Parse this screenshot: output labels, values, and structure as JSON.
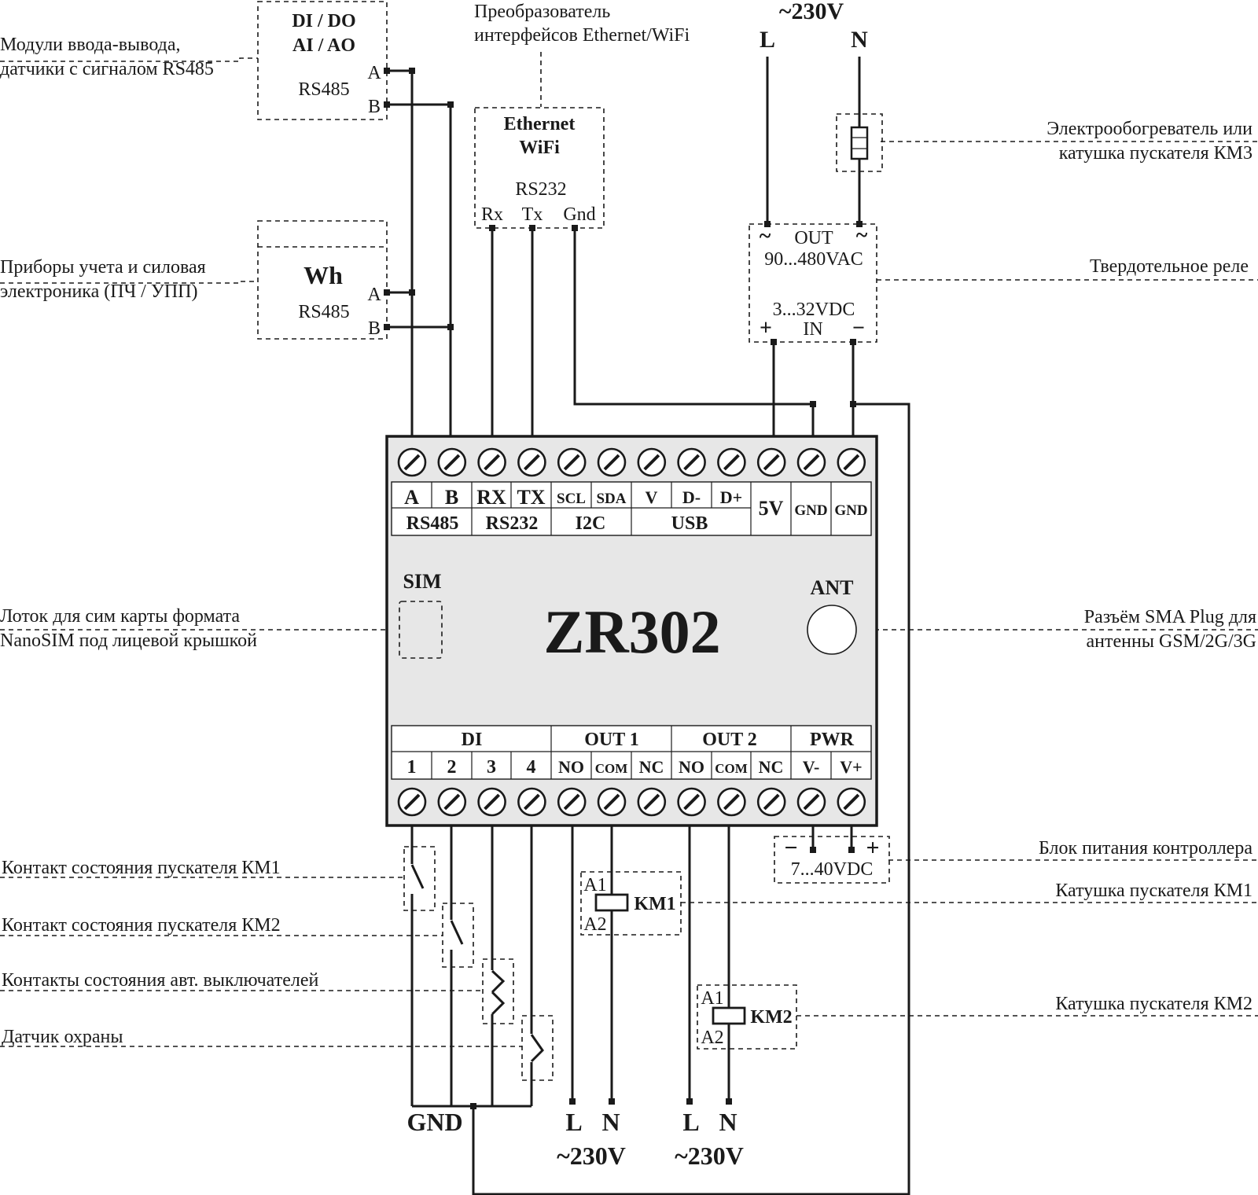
{
  "colors": {
    "ink": "#1a1a1a",
    "device_fill": "#e7e7e7",
    "background": "#ffffff"
  },
  "callouts": {
    "io_modules": [
      "Модули ввода-вывода,",
      "датчики с сигналом RS485"
    ],
    "converter": [
      "Преобразователь",
      "интерфейсов Ethernet/WiFi"
    ],
    "meters": [
      "Приборы учета и силовая",
      "электроника (ПЧ / УПП)"
    ],
    "heater": [
      "Электрообогреватель или",
      "катушка пускателя КМ3"
    ],
    "ssr": "Твердотельное реле",
    "sim_tray": [
      "Лоток для сим карты формата",
      "NanoSIM под лицевой крышкой"
    ],
    "antenna": [
      "Разъём SMA Plug для",
      "антенны GSM/2G/3G"
    ],
    "psu": "Блок питания контроллера",
    "coil_km1": "Катушка пускателя КМ1",
    "coil_km2": "Катушка пускателя КМ2",
    "contact_km1": "Контакт состояния пускателя КМ1",
    "contact_km2": "Контакт состояния пускателя КМ2",
    "breakers": "Контакты состояния авт. выключателей",
    "security": "Датчик охраны"
  },
  "io_box": {
    "line1": "DI / DO",
    "line2": "AI / AO",
    "bus": "RS485",
    "pin_a": "A",
    "pin_b": "B"
  },
  "meter_box": {
    "title": "Wh",
    "bus": "RS485",
    "pin_a": "A",
    "pin_b": "B"
  },
  "eth_box": {
    "line1": "Ethernet",
    "line2": "WiFi",
    "bus": "RS232",
    "rx": "Rx",
    "tx": "Tx",
    "gnd": "Gnd"
  },
  "mains_top": {
    "voltage": "~230V",
    "l": "L",
    "n": "N"
  },
  "ssr_box": {
    "tilde": "~",
    "out": "OUT",
    "out_range": "90...480VAC",
    "in_range": "3...32VDC",
    "plus": "+",
    "in": "IN",
    "minus": "−"
  },
  "device": {
    "model": "ZR302",
    "sim": "SIM",
    "ant": "ANT",
    "top_pins": [
      "A",
      "B",
      "RX",
      "TX",
      "SCL",
      "SDA",
      "V",
      "D-",
      "D+",
      "5V",
      "GND",
      "GND"
    ],
    "top_groups": [
      "RS485",
      "RS232",
      "I2C",
      "USB"
    ],
    "bottom_groups": [
      "DI",
      "OUT 1",
      "OUT 2",
      "PWR"
    ],
    "bottom_pins": [
      "1",
      "2",
      "3",
      "4",
      "NO",
      "COM",
      "NC",
      "NO",
      "COM",
      "NC",
      "V-",
      "V+"
    ]
  },
  "psu_box": {
    "minus": "−",
    "plus": "+",
    "range": "7...40VDC"
  },
  "coil1": {
    "a1": "A1",
    "a2": "A2",
    "name": "KM1"
  },
  "coil2": {
    "a1": "A1",
    "a2": "A2",
    "name": "KM2"
  },
  "bottom_labels": {
    "gnd": "GND",
    "out1_l": "L",
    "out1_n": "N",
    "out1_v": "~230V",
    "out2_l": "L",
    "out2_n": "N",
    "out2_v": "~230V"
  }
}
